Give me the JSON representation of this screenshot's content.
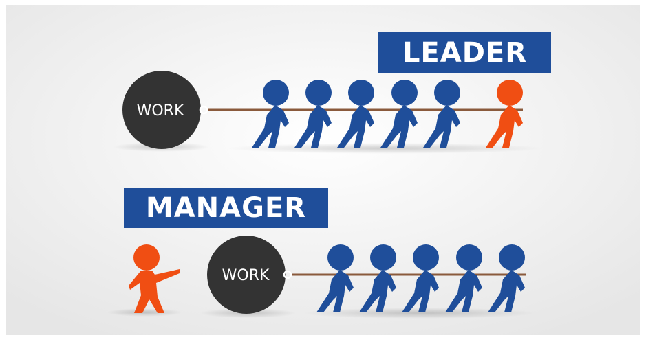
{
  "leader_section": {
    "banner_label": "LEADER",
    "weight_label": "WORK",
    "followers_count": 5
  },
  "manager_section": {
    "banner_label": "MANAGER",
    "weight_label": "WORK",
    "workers_count": 5
  },
  "colors": {
    "banner": "#1f4e9a",
    "people": "#1f4e9a",
    "highlight": "#f04e13",
    "weight": "#333333",
    "rope": "#8a5a3c",
    "background": "#f0f0f0"
  }
}
